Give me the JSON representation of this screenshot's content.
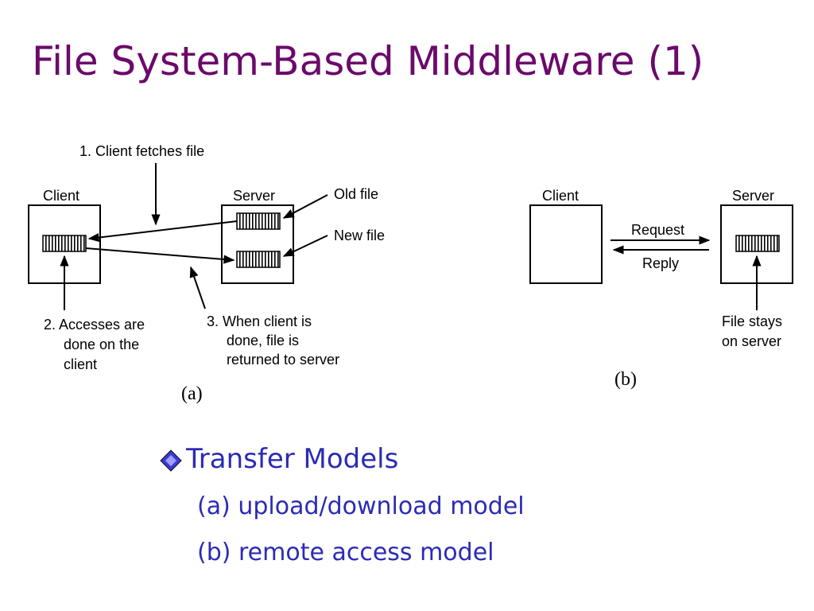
{
  "title": "File System-Based Middleware (1)",
  "diagram_a": {
    "client_label": "Client",
    "server_label": "Server",
    "step1": "1. Client fetches file",
    "old_file": "Old file",
    "new_file": "New file",
    "step2": [
      "2. Accesses are",
      "done on the",
      "client"
    ],
    "step3": [
      "3. When client is",
      "done, file is",
      "returned to server"
    ],
    "caption": "(a)"
  },
  "diagram_b": {
    "client_label": "Client",
    "server_label": "Server",
    "request": "Request",
    "reply": "Reply",
    "file_stays": [
      "File stays",
      "on server"
    ],
    "caption": "(b)"
  },
  "bullets": {
    "heading": "Transfer Models",
    "items": [
      "(a) upload/download model",
      "(b) remote access model"
    ]
  },
  "colors": {
    "title": "#6b0a6b",
    "bullet": "#2b2bb5"
  }
}
